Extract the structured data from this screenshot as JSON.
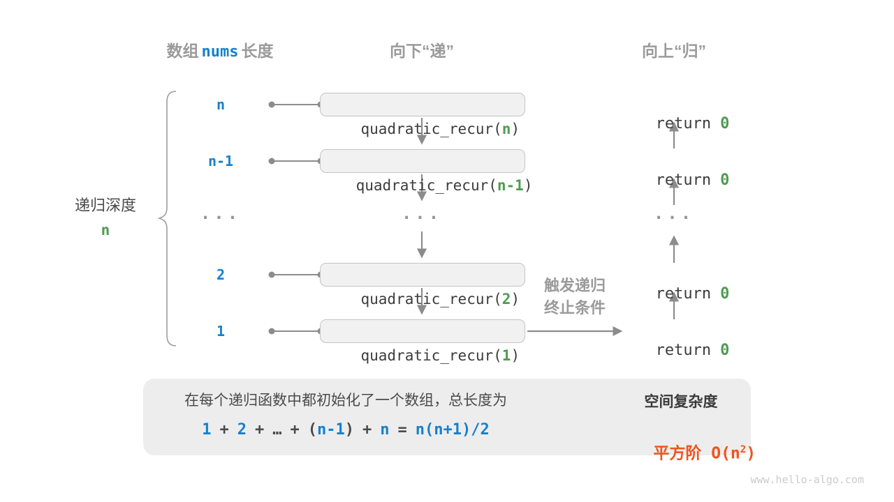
{
  "colors": {
    "blue": "#1580CC",
    "green": "#4E9B52",
    "orange": "#F2521B",
    "gray_header": "#9A9A9A",
    "dark_text": "#4A4A4A",
    "arrow_gray": "#8C8C8C",
    "box_bg": "#F1F1F1",
    "box_border": "#C4C4C4",
    "panel_bg": "#EDEDED"
  },
  "headers": {
    "col1_prefix": "数组",
    "col1_code": "nums",
    "col1_suffix": "长度",
    "col2": "向下“递”",
    "col3": "向上“归”"
  },
  "left_label": {
    "line1": "递归深度",
    "line2": "n"
  },
  "rows": [
    {
      "length_label": "n",
      "call": "quadratic_recur(",
      "arg": "n",
      "close": ")",
      "ret": "return",
      "ret_value": "0"
    },
    {
      "length_label": "n-1",
      "call": "quadratic_recur(",
      "arg": "n-1",
      "close": ")",
      "ret": "return",
      "ret_value": "0"
    },
    {
      "length_label": "...",
      "ellipsis_mid": "...",
      "ellipsis_right": "..."
    },
    {
      "length_label": "2",
      "call": "quadratic_recur(",
      "arg": "2",
      "close": ")",
      "ret": "return",
      "ret_value": "0"
    },
    {
      "length_label": "1",
      "call": "quadratic_recur(",
      "arg": "1",
      "close": ")",
      "ret": "return",
      "ret_value": "0"
    }
  ],
  "trigger_note": {
    "line1": "触发递归",
    "line2": "终止条件"
  },
  "summary": {
    "description": "在每个递归函数中都初始化了一个数组，总长度为",
    "formula": {
      "t1": "1",
      "op1": "+",
      "t2": "2",
      "op2": "+",
      "dots": "…",
      "op3": "+",
      "lparen": "(",
      "t3": "n-1",
      "rparen": ")",
      "op4": "+",
      "t4": "n",
      "eq": "=",
      "result": "n(n+1)/2"
    }
  },
  "complexity": {
    "title": "空间复杂度",
    "value_pre": "平方阶 O(n",
    "value_sup": "2",
    "value_post": ")"
  },
  "footer": "www.hello-algo.com"
}
